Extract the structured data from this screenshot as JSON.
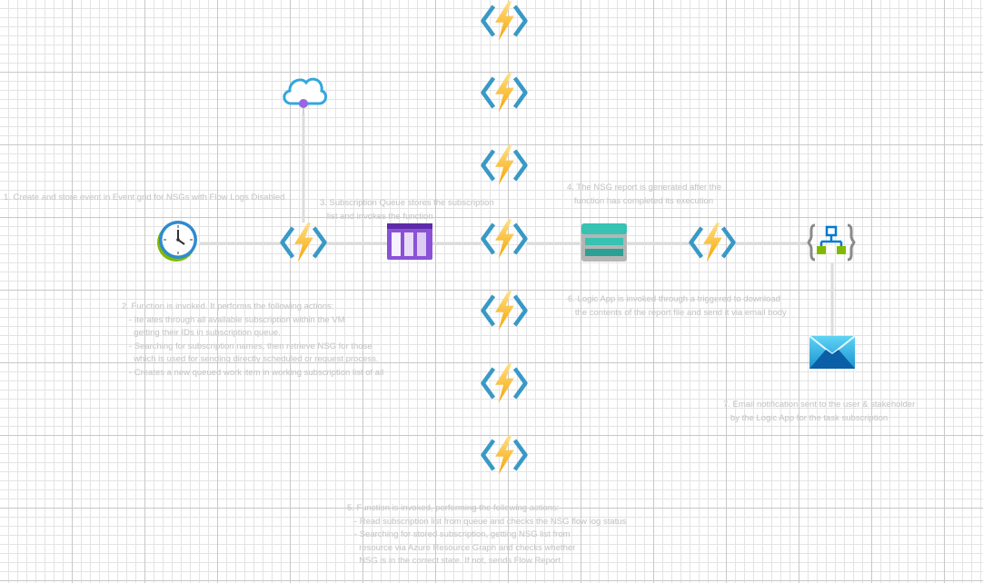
{
  "diagram": {
    "icons": {
      "timer": "clock-icon",
      "event_grid": "cloud-event-icon",
      "function": "azure-function-icon",
      "queue": "storage-queue-icon",
      "storage": "table-storage-icon",
      "logic_app": "logic-app-icon",
      "email": "email-icon"
    },
    "notes": [
      "1. Create and store event in Event grid for NSGs with Flow Logs Disabled",
      "2. Function is invoked. It performs the following actions:\n   - Iterates through all available subscription within the VM\n     getting their IDs in subscription queue.\n   - Searching for subscription names, then retrieve NSG for those\n     which is used for sending directly scheduled or request process.\n   - Creates a new queued work item in working subscription list of all",
      "3. Subscription Queue stores the subscription\n   list and invokes the function",
      "4. The NSG report is generated after the\n   function has completed its execution",
      "5. Function is invoked, performing the following actions:\n   - Read subscription list from queue and checks the NSG flow log status\n   - Searching for stored subscription, getting NSG list from\n     resource via Azure Resource Graph and checks whether\n     NSG is in the correct state. If not, sends Flow Report.",
      "6. Logic App is invoked through a triggered to download\n   the contents of the report file and send it via email body",
      "7. Email notification sent to the user & stakeholder\n   by the Logic App for the task subscription"
    ],
    "colors": {
      "function_bolt": "#fcd116",
      "function_brackets": "#3999c6",
      "queue": "#8a52d6",
      "storage": "#37c2b1",
      "email": "#0078d4",
      "logic_app": "#0078d4"
    }
  }
}
